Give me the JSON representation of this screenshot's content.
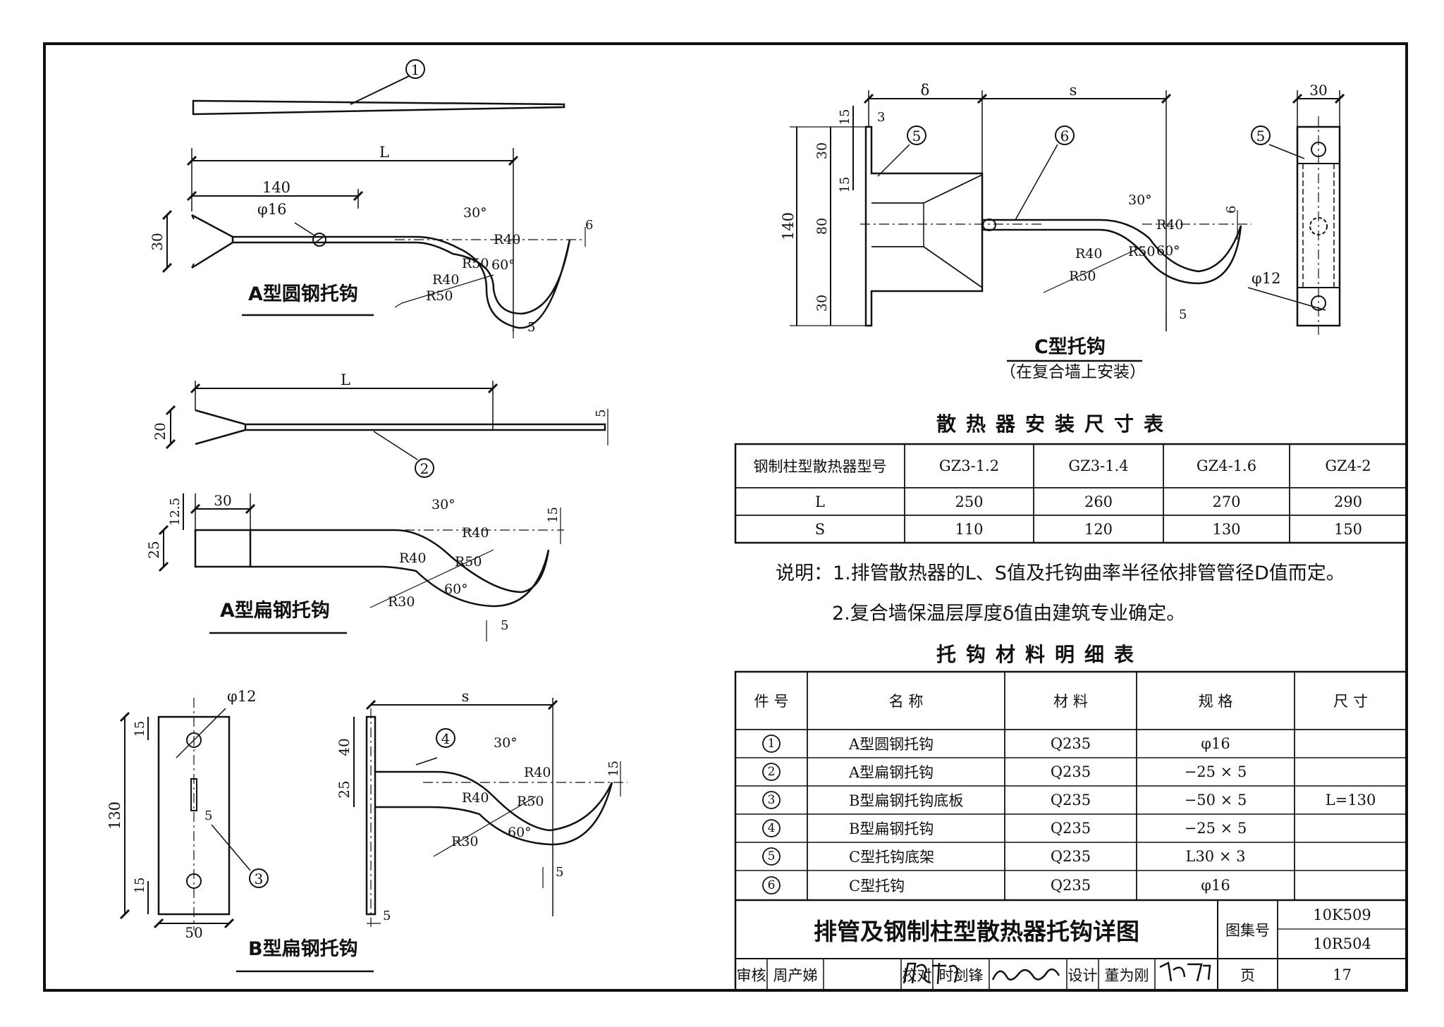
{
  "drawing": {
    "parts": {
      "a_round": {
        "caption": "A型圆钢托钩",
        "dim_L": "L",
        "dim_140": "140",
        "dim_30": "30",
        "dim_phi": "φ16",
        "ang30": "30°",
        "ang60": "60°",
        "r40a": "R40",
        "r40b": "R40",
        "r50a": "R50",
        "r50b": "R50",
        "dim_6": "6",
        "dim_5": "5",
        "balloon": "1"
      },
      "a_flat_top": {
        "dim_L": "L",
        "dim_20": "20",
        "dim_5": "5",
        "balloon": "2"
      },
      "a_flat": {
        "caption": "A型扁钢托钩",
        "dim_125": "12.5",
        "dim_30": "30",
        "dim_25": "25",
        "ang30": "30°",
        "ang60": "60°",
        "r40a": "R40",
        "r40b": "R40",
        "r50": "R50",
        "r30": "R30",
        "dim_15": "15",
        "dim_5": "5"
      },
      "b_plate": {
        "dim_phi": "φ12",
        "dim_130": "130",
        "dim_15a": "15",
        "dim_15b": "15",
        "dim_5": "5",
        "dim_50": "50",
        "balloon": "3"
      },
      "b_hook": {
        "caption": "B型扁钢托钩",
        "dim_s": "s",
        "dim_40": "40",
        "dim_25": "25",
        "ang30": "30°",
        "ang60": "60°",
        "r40a": "R40",
        "r40b": "R40",
        "r50": "R50",
        "r30": "R30",
        "dim_15": "15",
        "dim_5a": "5",
        "dim_5b": "5",
        "balloon": "4"
      },
      "c_hook": {
        "caption": "C型托钩",
        "subcaption": "（在复合墙上安装）",
        "dim_delta": "δ",
        "dim_s": "s",
        "dim_15a": "15",
        "dim_3": "3",
        "dim_30a": "30",
        "dim_15b": "15",
        "dim_140": "140",
        "dim_80": "80",
        "dim_30b": "30",
        "ang30": "30°",
        "ang60": "60°",
        "r40a": "R40",
        "r40b": "R40",
        "r50a": "R50",
        "r50b": "R50",
        "dim_6": "6",
        "dim_5": "5",
        "balloon5": "5",
        "balloon6": "6"
      },
      "c_side": {
        "dim_30": "30",
        "dim_phi": "φ12",
        "balloon": "5"
      }
    }
  },
  "install_table": {
    "title": "散热器安装尺寸表",
    "header": [
      "钢制柱型散热器型号",
      "GZ3-1.2",
      "GZ3-1.4",
      "GZ4-1.6",
      "GZ4-2"
    ],
    "rows": [
      [
        "L",
        "250",
        "260",
        "270",
        "290"
      ],
      [
        "S",
        "110",
        "120",
        "130",
        "150"
      ]
    ]
  },
  "notes": {
    "n1": "说明：1.排管散热器的L、S值及托钩曲率半径依排管管径D值而定。",
    "n2": "2.复合墙保温层厚度δ值由建筑专业确定。"
  },
  "material_table": {
    "title": "托钩材料明细表",
    "header": [
      "件 号",
      "名 称",
      "材 料",
      "规 格",
      "尺 寸"
    ],
    "rows": [
      [
        "1",
        "A型圆钢托钩",
        "Q235",
        "φ16",
        ""
      ],
      [
        "2",
        "A型扁钢托钩",
        "Q235",
        "−25 × 5",
        ""
      ],
      [
        "3",
        "B型扁钢托钩底板",
        "Q235",
        "−50 × 5",
        "L=130"
      ],
      [
        "4",
        "B型扁钢托钩",
        "Q235",
        "−25 × 5",
        ""
      ],
      [
        "5",
        "C型托钩底架",
        "Q235",
        "L30 × 3",
        ""
      ],
      [
        "6",
        "C型托钩",
        "Q235",
        "φ16",
        ""
      ]
    ]
  },
  "title_block": {
    "title": "排管及钢制柱型散热器托钩详图",
    "atlas_label": "图集号",
    "atlas_no_1": "10K509",
    "atlas_no_2": "10R504",
    "review_label": "审核",
    "reviewer": "周产娣",
    "check_label": "校对",
    "checker": "时剑锋",
    "design_label": "设计",
    "designer": "董为刚",
    "page_label": "页",
    "page_no": "17"
  }
}
